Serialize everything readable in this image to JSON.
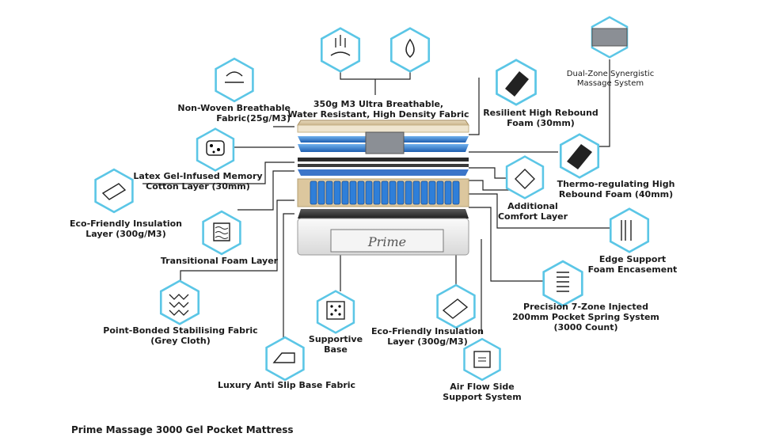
{
  "labels": {
    "top_fabric": [
      "350g M3 Ultra Breathable,",
      "Water Resistant, High Density Fabric"
    ],
    "non_woven": [
      "Non-Woven Breathable",
      "Fabric(25g/M3)"
    ],
    "latex_gel": [
      "Latex Gel-Infused Memory",
      "Cotton Layer (30mm)"
    ],
    "eco_insulation_left": [
      "Eco-Friendly Insulation",
      "Layer (300g/M3)"
    ],
    "transitional": [
      "Transitional Foam Layer"
    ],
    "point_bonded": [
      "Point-Bonded Stabilising Fabric",
      "(Grey Cloth)"
    ],
    "supportive_base": [
      "Supportive",
      "Base"
    ],
    "anti_slip": [
      "Luxury Anti Slip Base Fabric"
    ],
    "eco_insulation_bottom": [
      "Eco-Friendly Insulation",
      "Layer (300g/M3)"
    ],
    "air_flow": [
      "Air Flow Side",
      "Support System"
    ],
    "dual_zone": [
      "Dual-Zone Synergistic",
      "Massage System"
    ],
    "resilient": [
      "Resilient High Rebound",
      "Foam (30mm)"
    ],
    "thermo": [
      "Thermo-regulating High",
      "Rebound Foam (40mm)"
    ],
    "additional_comfort": [
      "Additional",
      "Comfort Layer"
    ],
    "edge_support": [
      "Edge Support",
      "Foam Encasement"
    ],
    "spring_system": [
      "Precision 7-Zone Injected",
      "200mm Pocket Spring System",
      "(3000 Count)"
    ]
  },
  "mattress_brand": "Prime",
  "footer_title": "Prime Massage 3000 Gel Pocket Mattress",
  "icons": [
    "breathable-fabric-icon",
    "water-drop-icon",
    "non-woven-fabric-icon",
    "latex-gel-icon",
    "insulation-layer-icon",
    "transitional-foam-icon",
    "point-bonded-fabric-icon",
    "anti-slip-base-icon",
    "supportive-base-icon",
    "insulation-bottom-icon",
    "air-flow-icon",
    "massage-nodes-icon",
    "resilient-foam-icon",
    "thermo-foam-icon",
    "comfort-layer-icon",
    "edge-support-icon",
    "pocket-spring-icon"
  ],
  "colors": {
    "hex_stroke": "#5bc6e6",
    "line": "#222222",
    "foam_blue": "#2f7fd9"
  }
}
